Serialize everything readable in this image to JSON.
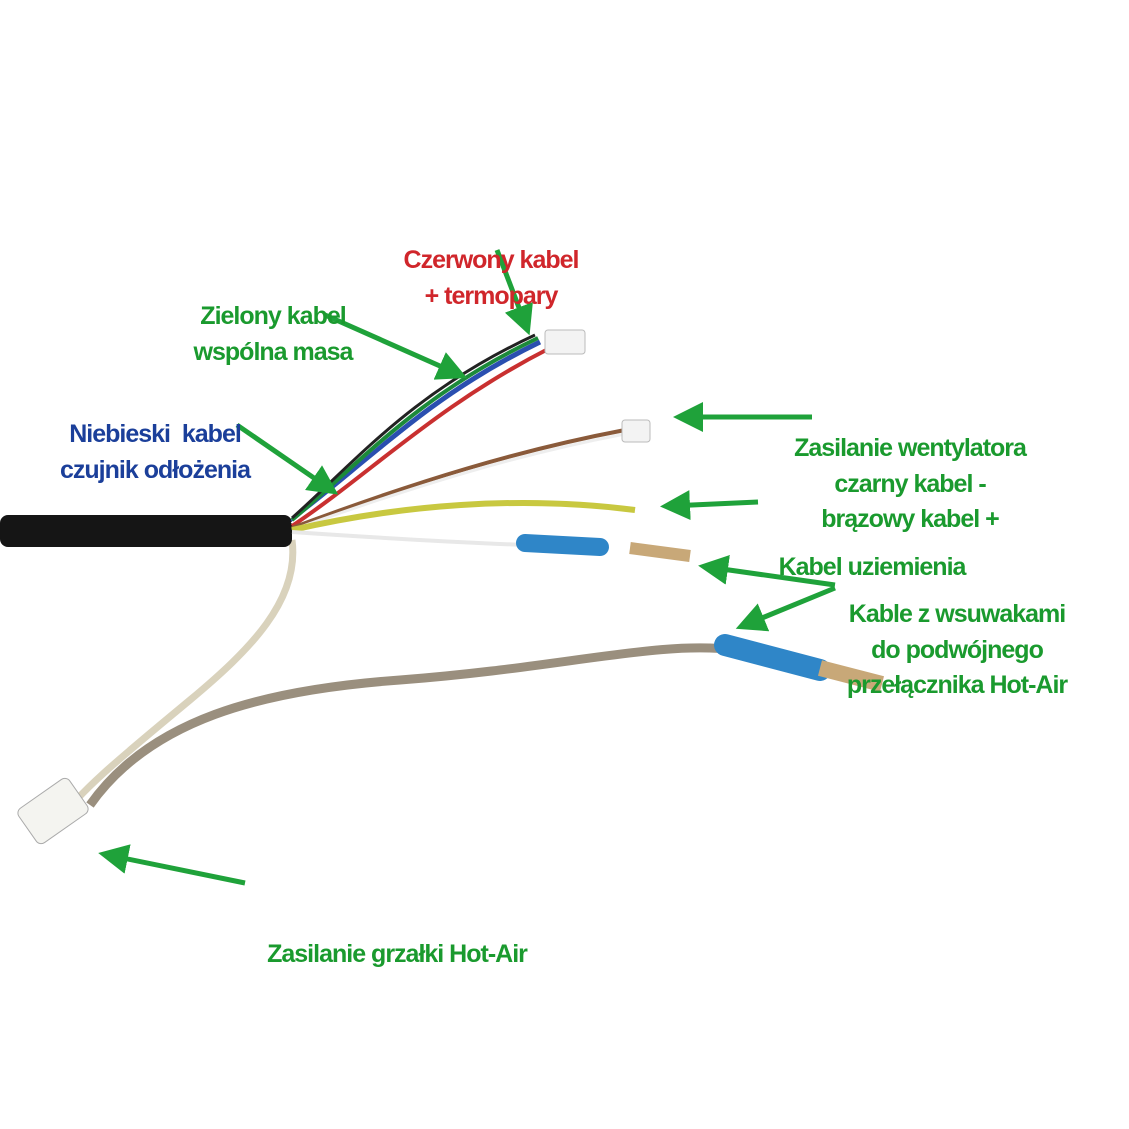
{
  "colors": {
    "red_label": "#d0262b",
    "green_label": "#1a9a2e",
    "blue_label": "#1b3f9a",
    "arrow": "#1fa23a",
    "cable": "#151515"
  },
  "labels": {
    "red": [
      "Czerwony kabel",
      "+ termopary"
    ],
    "green": [
      "Zielony kabel",
      "wspólna masa"
    ],
    "blue": [
      "Niebieski  kabel",
      "czujnik odłożenia"
    ],
    "fan": [
      "Zasilanie wentylatora",
      "czarny kabel -",
      "brązowy kabel +"
    ],
    "ground": [
      "Kabel uziemienia"
    ],
    "switch": [
      "Kable z wsuwakami",
      "do podwójnego",
      "przełącznika Hot-Air"
    ],
    "heater": [
      "Zasilanie grzałki Hot-Air"
    ]
  }
}
